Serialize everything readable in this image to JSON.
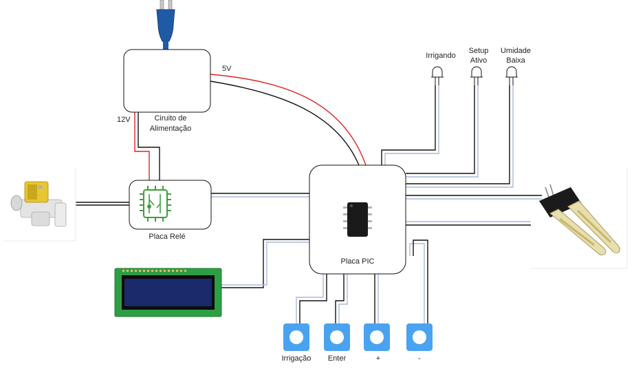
{
  "power_supply": {
    "label_line1": "Ciruito de",
    "label_line2": "Alimentação",
    "v12_label": "12V",
    "v5_label": "5V"
  },
  "relay": {
    "label": "Placa Relé"
  },
  "pic": {
    "label": "Placa PIC"
  },
  "leds": [
    {
      "label_lines": [
        "Irrigando"
      ]
    },
    {
      "label_lines": [
        "Setup",
        "Ativo"
      ]
    },
    {
      "label_lines": [
        "Umidade",
        "Baixa"
      ]
    }
  ],
  "buttons": [
    {
      "label": "Irrigação"
    },
    {
      "label": "Enter"
    },
    {
      "label": "+"
    },
    {
      "label": "-"
    }
  ],
  "colors": {
    "wire_black": "#111111",
    "wire_red": "#dd2222",
    "wire_blue": "#aab8d8",
    "button_blue": "#4aa3f0",
    "lcd_pcb": "#2e9e45",
    "lcd_screen": "#1a2a6a",
    "relay_icon": "#3f9c3f"
  }
}
